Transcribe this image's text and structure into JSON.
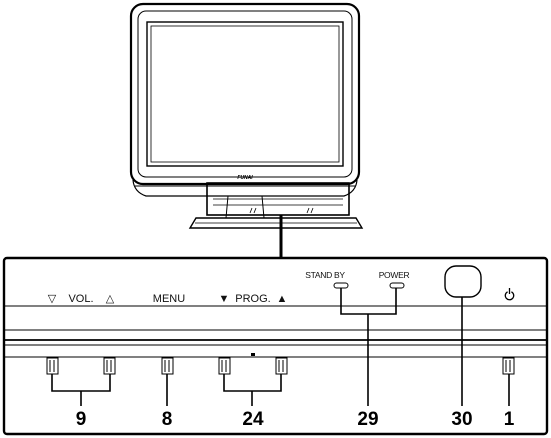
{
  "tv": {
    "brand": "FUNAI"
  },
  "panel": {
    "vol_label": "VOL.",
    "vol_down_symbol": "▽",
    "vol_up_symbol": "△",
    "menu_label": "MENU",
    "prog_label": "PROG.",
    "prog_down_symbol": "▼",
    "prog_up_symbol": "▲",
    "standby_label": "STAND BY",
    "power_label": "POWER",
    "power_icon": "power-icon"
  },
  "callouts": {
    "vol": "9",
    "menu": "8",
    "prog": "24",
    "indicators": "29",
    "sensor": "30",
    "power": "1"
  }
}
